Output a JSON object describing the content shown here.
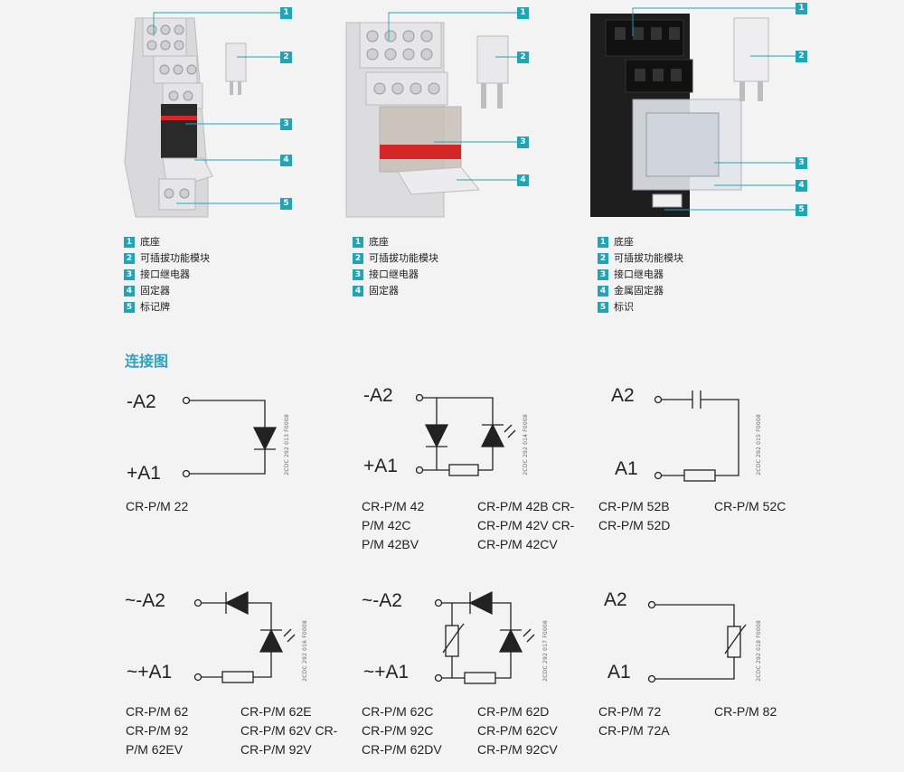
{
  "products": [
    {
      "callouts": [
        "1",
        "2",
        "3",
        "4",
        "5"
      ],
      "legend": [
        {
          "n": "1",
          "label": "底座"
        },
        {
          "n": "2",
          "label": "可插拔功能模块"
        },
        {
          "n": "3",
          "label": "接口继电器"
        },
        {
          "n": "4",
          "label": "固定器"
        },
        {
          "n": "5",
          "label": "标记牌"
        }
      ]
    },
    {
      "callouts": [
        "1",
        "2",
        "3",
        "4"
      ],
      "legend": [
        {
          "n": "1",
          "label": "底座"
        },
        {
          "n": "2",
          "label": "可插拔功能模块"
        },
        {
          "n": "3",
          "label": "接口继电器"
        },
        {
          "n": "4",
          "label": "固定器"
        }
      ]
    },
    {
      "callouts": [
        "1",
        "2",
        "3",
        "4",
        "5"
      ],
      "legend": [
        {
          "n": "1",
          "label": "底座"
        },
        {
          "n": "2",
          "label": "可插拔功能模块"
        },
        {
          "n": "3",
          "label": "接口继电器"
        },
        {
          "n": "4",
          "label": "金属固定器"
        },
        {
          "n": "5",
          "label": "标识"
        }
      ]
    }
  ],
  "section_title": "连接图",
  "diagrams": [
    {
      "top": "-A2",
      "bottom": "+A1",
      "code": "2CDC 292 013 F0008",
      "models": [
        "CR-P/M 22"
      ]
    },
    {
      "top": "-A2",
      "bottom": "+A1",
      "code": "2CDC 292 014 F0008",
      "models": [
        "CR-P/M 42\nP/M 42C\nP/M 42BV",
        "CR-P/M 42B CR-\nCR-P/M 42V CR-\nCR-P/M 42CV"
      ]
    },
    {
      "top": "A2",
      "bottom": "A1",
      "code": "2CDC 292 015 F0008",
      "models": [
        "CR-P/M 52B\nCR-P/M 52D",
        "CR-P/M 52C"
      ]
    },
    {
      "top": "~-A2",
      "bottom": "~+A1",
      "code": "2CDC 292 016 F0008",
      "models": [
        "CR-P/M 62\nCR-P/M 92\nP/M 62EV",
        "CR-P/M 62E\nCR-P/M 62V CR-\nCR-P/M 92V"
      ]
    },
    {
      "top": "~-A2",
      "bottom": "~+A1",
      "code": "2CDC 292 017 F0008",
      "models": [
        "CR-P/M 62C\nCR-P/M 92C\nCR-P/M 62DV",
        "CR-P/M 62D\nCR-P/M 62CV\nCR-P/M 92CV"
      ]
    },
    {
      "top": "A2",
      "bottom": "A1",
      "code": "2CDC 292 018 F0008",
      "models": [
        "CR-P/M 72\nCR-P/M 72A",
        "CR-P/M 82"
      ]
    }
  ],
  "colors": {
    "accent": "#1fa5b5",
    "title": "#2aa3c2"
  }
}
